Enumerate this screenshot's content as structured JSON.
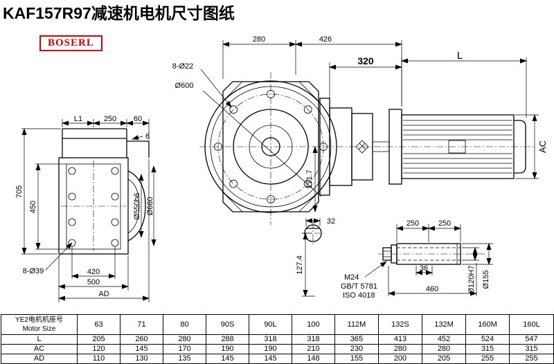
{
  "header": {
    "title": "KAF157R97减速机电机尺寸图纸",
    "logo": "BOSERL"
  },
  "drawing": {
    "dims": {
      "l1": "L1",
      "w250": "250",
      "w60": "60",
      "w6": "6",
      "h705": "705",
      "h450": "450",
      "holes39": "8-Ø39",
      "w420": "420",
      "w500": "500",
      "ad": "AD",
      "d550": "Ø550h6",
      "d660": "Ø660",
      "t280": "280",
      "t426": "426",
      "holes22": "8-Ø22",
      "d600": "Ø600",
      "v171": "171.7",
      "a320": "320",
      "L": "L",
      "ac": "AC",
      "k32": "32",
      "k127": "127.4",
      "m24": "M24",
      "gbt": "GB/T 5781",
      "iso": "ISO 4018",
      "s250a": "250",
      "s250b": "250",
      "s36": "36",
      "s460": "460",
      "d120": "Ø120H7",
      "d155": "Ø155"
    }
  },
  "table": {
    "header_cn": "YE2电机机座号",
    "header_en": "Motor Size",
    "sizes": [
      "63",
      "71",
      "80",
      "90S",
      "90L",
      "100",
      "112M",
      "132S",
      "132M",
      "160M",
      "160L"
    ],
    "rows": [
      {
        "label": "L",
        "values": [
          "205",
          "260",
          "280",
          "288",
          "318",
          "318",
          "365",
          "413",
          "452",
          "524",
          "547"
        ]
      },
      {
        "label": "AC",
        "values": [
          "120",
          "145",
          "170",
          "190",
          "190",
          "210",
          "230",
          "280",
          "280",
          "315",
          "315"
        ]
      },
      {
        "label": "AD",
        "values": [
          "110",
          "130",
          "135",
          "145",
          "145",
          "148",
          "155",
          "200",
          "205",
          "255",
          "255"
        ]
      }
    ]
  }
}
